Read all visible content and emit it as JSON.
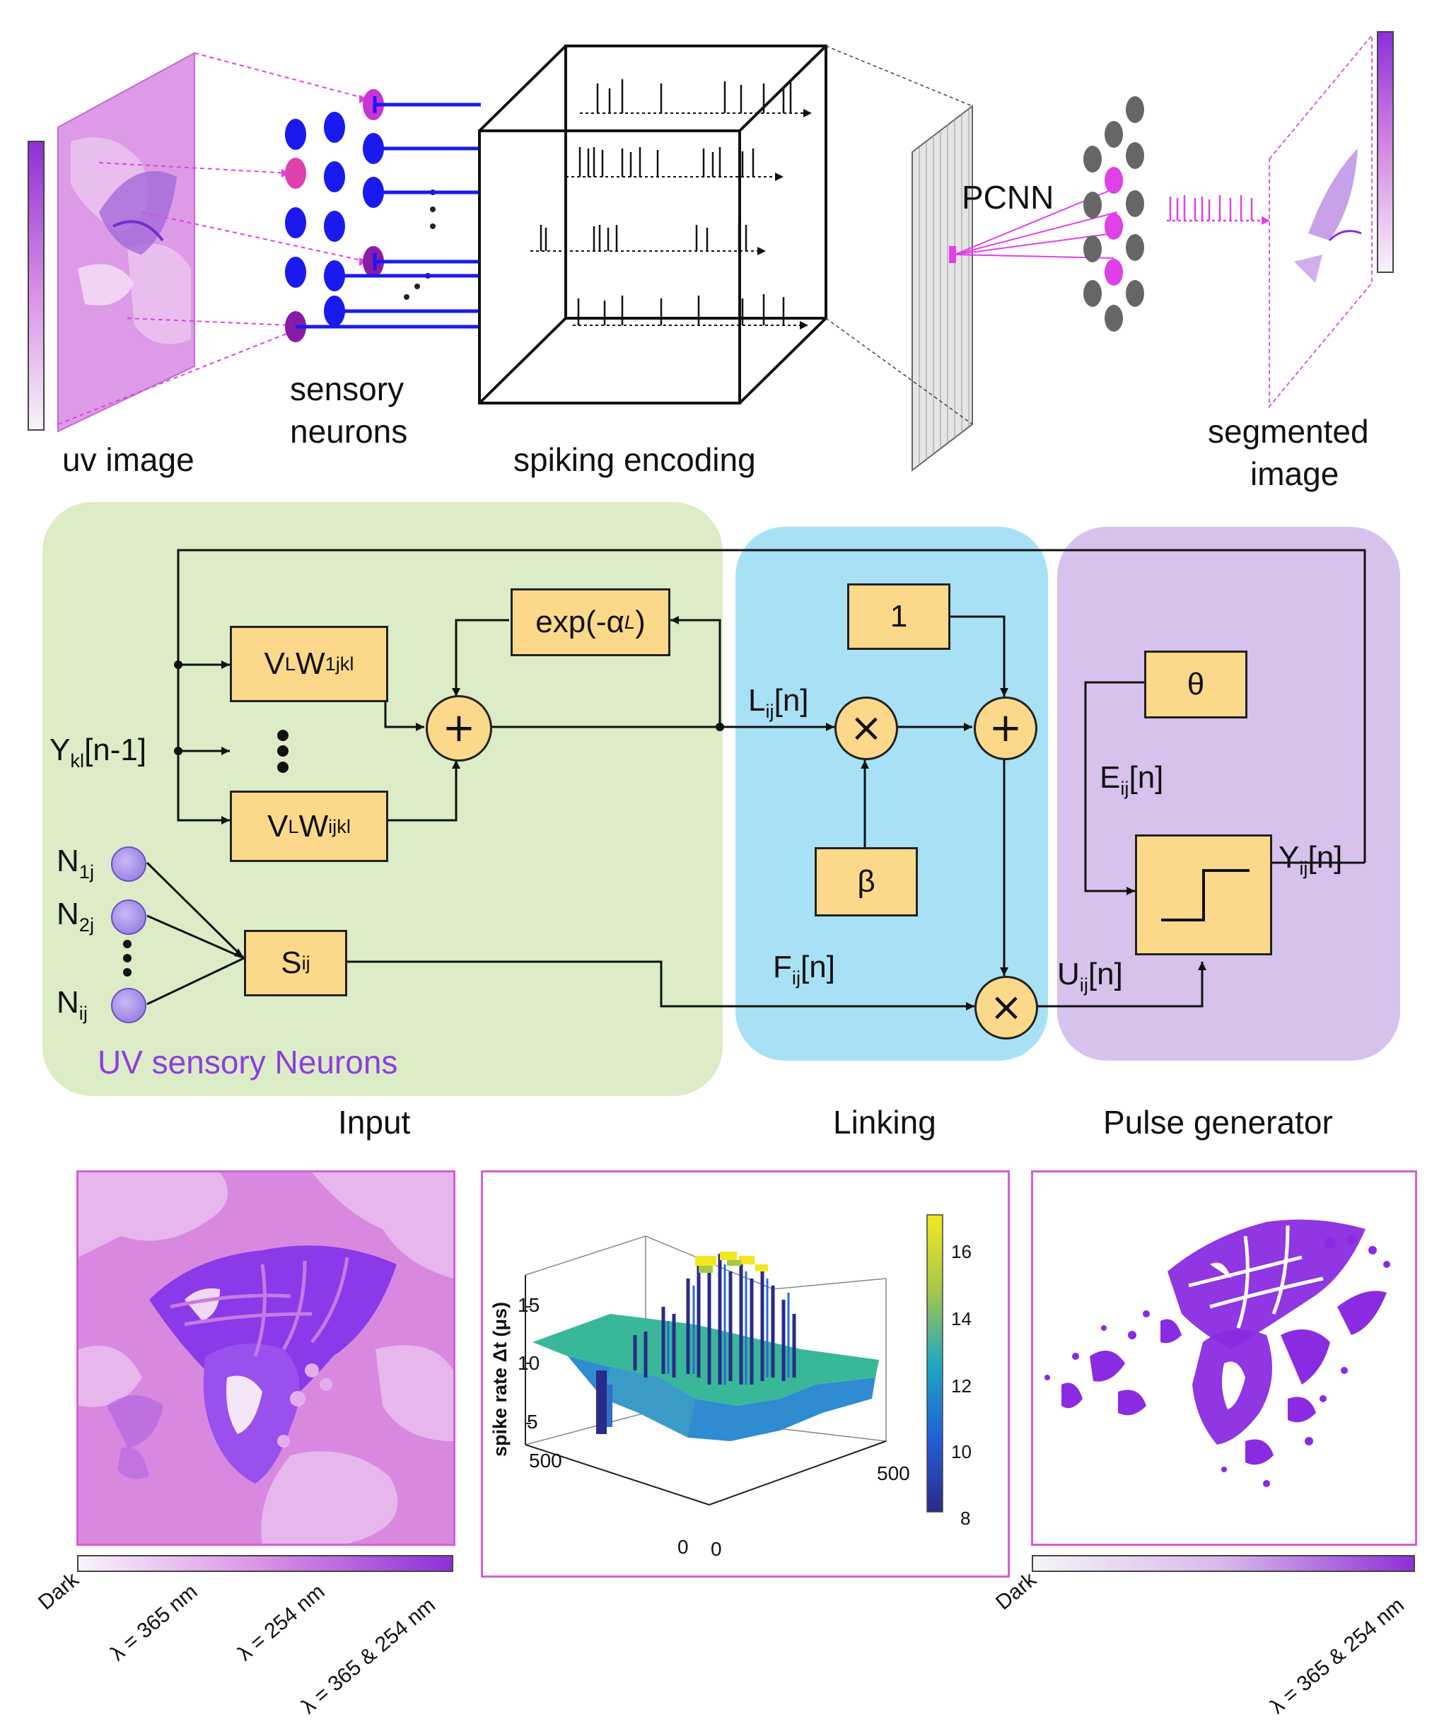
{
  "top": {
    "uv_image_label": "uv image",
    "sensory_label_1": "sensory",
    "sensory_label_2": "neurons",
    "spiking_label": "spiking encoding",
    "pcnn_label": "PCNN",
    "segmented_label_1": "segmented",
    "segmented_label_2": "image"
  },
  "panels": {
    "input": "Input",
    "linking": "Linking",
    "pulse": "Pulse generator",
    "uv_neurons": "UV sensory Neurons"
  },
  "blocks": {
    "exp": "exp(-α",
    "exp_sub": "L",
    "exp_close": ")",
    "one": "1",
    "theta": "θ",
    "beta": "β",
    "vlw1": "V",
    "vlw1_sub": "L",
    "vlw1_w": "W",
    "vlw1_wsub": "1jkl",
    "vlwij": "V",
    "vlwij_sub": "L",
    "vlwij_w": "W",
    "vlwij_wsub": "ijkl",
    "s": "S",
    "s_sub": "ij"
  },
  "signals": {
    "ykl": "Y",
    "ykl_sub": "kl",
    "ykl_rest": "[n-1]",
    "lij": "L",
    "lij_sub": "ij",
    "lij_rest": "[n]",
    "fij": "F",
    "fij_sub": "ij",
    "fij_rest": "[n]",
    "eij": "E",
    "eij_sub": "ij",
    "eij_rest": "[n]",
    "uij": "U",
    "uij_sub": "ij",
    "uij_rest": "[n]",
    "yij": "Y",
    "yij_sub": "ij",
    "yij_rest": "[n]",
    "n1": "N",
    "n1_sub": "1j",
    "n2": "N",
    "n2_sub": "2j",
    "nij": "N",
    "nij_sub": "ij"
  },
  "colorbar_left": {
    "labels": [
      "Dark",
      "λ = 365 nm",
      "λ = 254 nm",
      "λ = 365 & 254 nm"
    ]
  },
  "colorbar_right": {
    "labels": [
      "Dark",
      "λ = 365 & 254 nm"
    ]
  },
  "plot3d": {
    "zlabel": "spike rate Δt (μs)",
    "z_ticks": [
      "15",
      "10",
      "5"
    ],
    "x_ticks": [
      "500",
      "0"
    ],
    "y_ticks": [
      "500",
      "0"
    ],
    "colorbar_ticks": [
      "16",
      "14",
      "12",
      "10",
      "8"
    ]
  },
  "colors": {
    "input_panel": "#dcecc6",
    "linking_panel": "#a8e1f5",
    "pulse_panel": "#d6c2ec",
    "block_fill": "#fcd98a",
    "neuron_blue": "#1a1aee",
    "accent_magenta": "#e040e8",
    "butterfly_purple": "#8a2be2"
  }
}
